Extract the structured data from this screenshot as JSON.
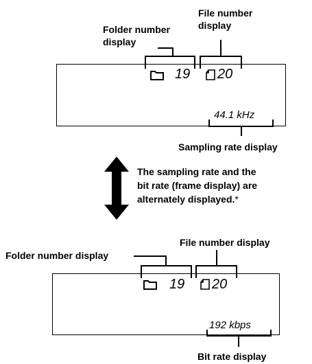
{
  "top": {
    "file_label_line1": "File number",
    "file_label_line2": "display",
    "folder_label_line1": "Folder number",
    "folder_label_line2": "display",
    "folder_number": "19",
    "file_number": "20",
    "sampling_value": "44.1 kHz",
    "sampling_label": "Sampling rate display"
  },
  "middle": {
    "note_line1": "The sampling rate and the",
    "note_line2": "bit rate (frame display) are",
    "note_line3": "alternately displayed.",
    "asterisk": "*"
  },
  "bottom": {
    "file_label": "File number display",
    "folder_label": "Folder number display",
    "folder_number": "19",
    "file_number": "20",
    "bitrate_value": "192 kbps",
    "bitrate_label": "Bit rate display"
  },
  "icons": [
    "folder-icon",
    "file-icon",
    "double-arrow-icon"
  ]
}
